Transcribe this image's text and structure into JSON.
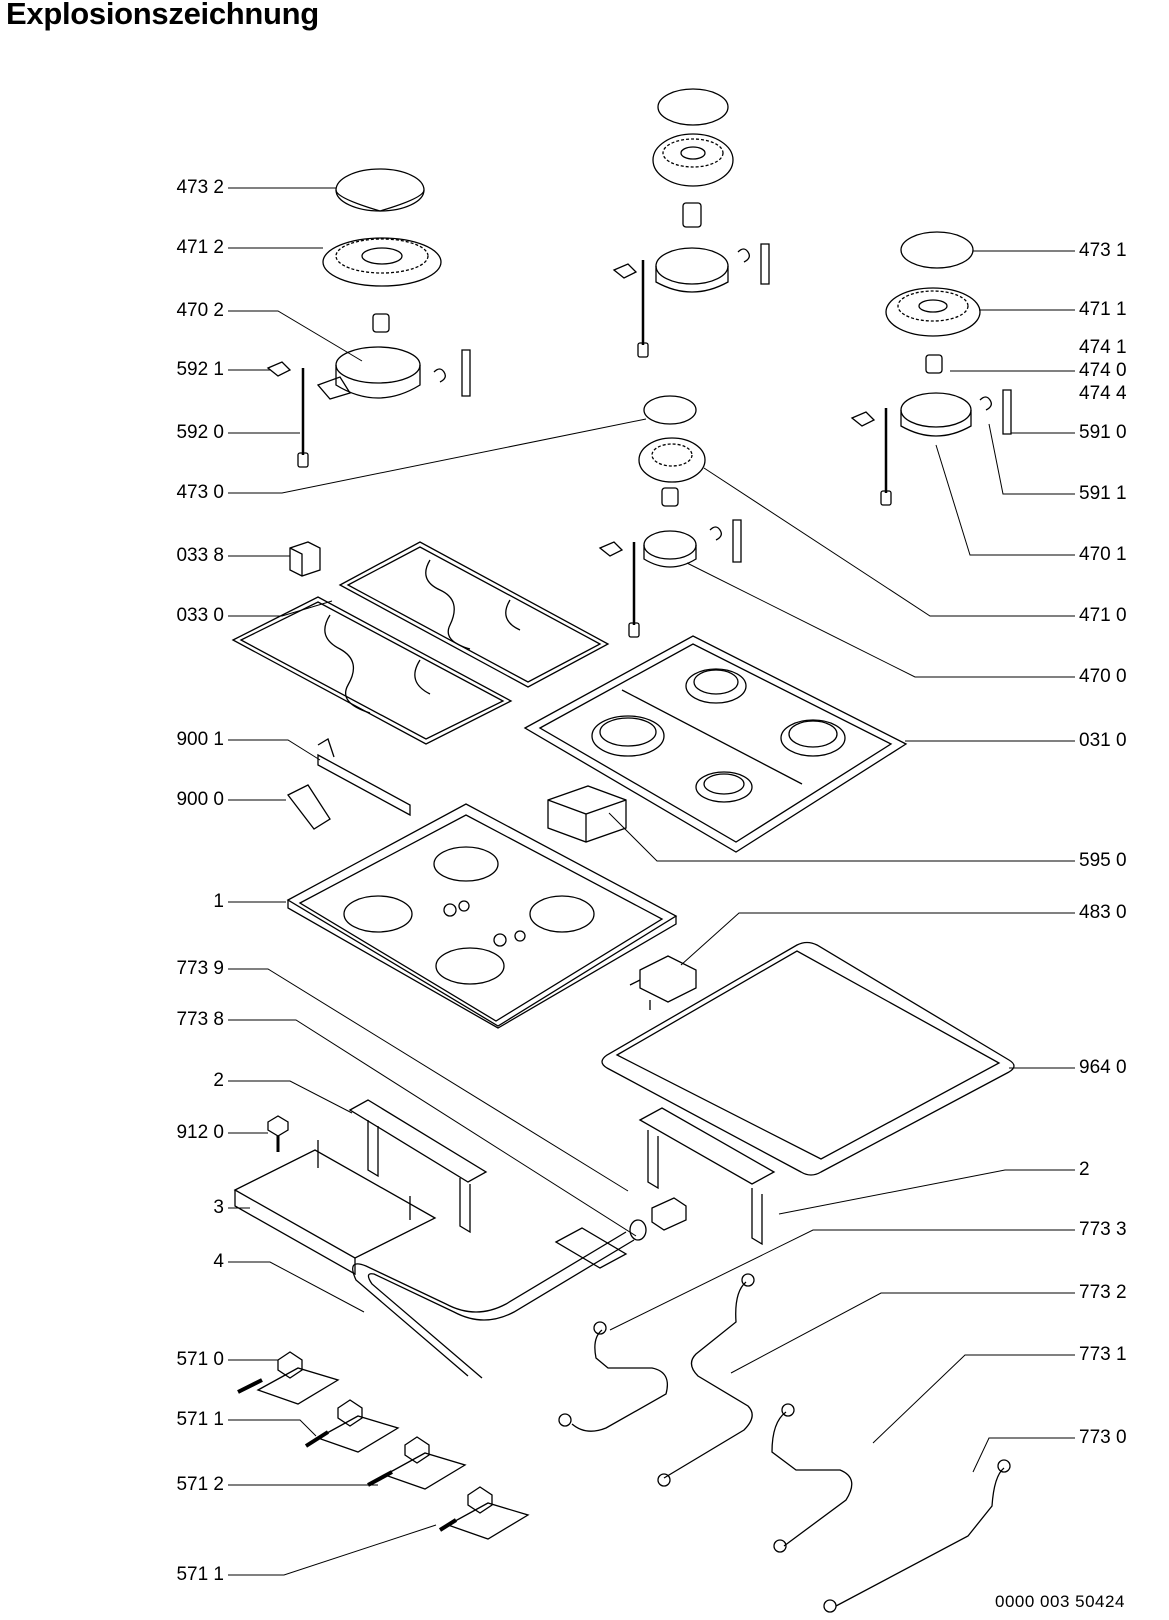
{
  "title": "Explosionszeichnung",
  "left_labels": [
    "473 2",
    "471 2",
    "470  2",
    "592 1",
    "592 0",
    "473 0",
    "033 8",
    "033 0",
    "900 1",
    "900 0",
    "1",
    "773 9",
    "773 8",
    "2",
    "912 0",
    "3",
    "4",
    "571 0",
    "571 1",
    "571 2",
    "571 1"
  ],
  "right_labels": [
    "473 1",
    "471 1",
    "474 1",
    "474 0",
    "474 4",
    "591 0",
    "591 1",
    "470 1",
    "471 0",
    "470 0",
    "031 0",
    "595 0",
    "483 0",
    "964 0",
    "2",
    "773 3",
    "773 2",
    "773 1",
    "773 0"
  ],
  "footer": "0000  003  50424",
  "line_color": "#000000"
}
